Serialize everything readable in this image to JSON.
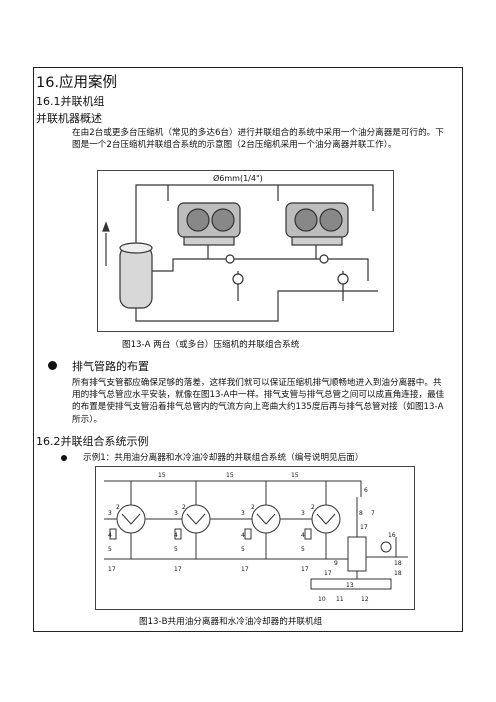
{
  "section": {
    "title": "16.应用案例",
    "sub1": "16.1并联机组",
    "overview_heading": "并联机器概述",
    "overview_text": "在由2台或更多台压缩机（常见的多达6台）进行并联组合的系统中采用一个油分离器是可行的。下图是一个2台压缩机并联组合系统的示意图（2台压缩机采用一个油分离器并联工作）。",
    "figA_label": "Ø6mm(1/4\")",
    "figA_caption": "图13-A 两台（或多台）压缩机的并联组合系统",
    "discharge_heading": "排气管路的布置",
    "discharge_text": "所有排气支管都应确保足够的落差，这样我们就可以保证压缩机排气顺畅地进入到油分离器中。共用的排气总管应水平安装，就像在图13-A中一样。排气支管与排气总管之间可以成直角连接，最佳的布置是使排气支管沿着排气总管内的气流方向上弯曲大约135度后再与排气总管对接（如图13-A所示）。",
    "sub2": "16.2并联组合系统示例",
    "example1": "示例1：共用油分离器和水冷油冷却器的并联组合系统（编号说明见后面）",
    "figB_caption": "图13-B共用油分离器和水冷油冷却器的并联机组"
  },
  "figB_numbers": [
    "15",
    "15",
    "15",
    "3",
    "3",
    "3",
    "3",
    "2",
    "2",
    "2",
    "2",
    "4",
    "4",
    "4",
    "4",
    "5",
    "5",
    "5",
    "5",
    "17",
    "17",
    "17",
    "17",
    "13",
    "10",
    "11",
    "12",
    "16",
    "9",
    "18",
    "18",
    "8",
    "7",
    "6",
    "17",
    "17"
  ]
}
